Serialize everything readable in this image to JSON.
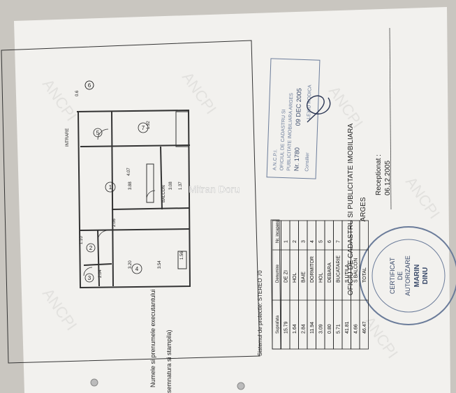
{
  "watermark": "Mitran Doru",
  "projection_label": "Sistemul de proiectie: STEREO 70",
  "intrare_label": "INTRARE",
  "table": {
    "headers": [
      "Nr. incapere",
      "Denumire",
      "Suprafata"
    ],
    "rows": [
      [
        "1",
        "DE ZI",
        "15.79"
      ],
      [
        "2",
        "HOL",
        "1.64"
      ],
      [
        "3",
        "BAIE",
        "2.84"
      ],
      [
        "4",
        "DORMITOR",
        "11.94"
      ],
      [
        "5",
        "HOL",
        "3.09"
      ],
      [
        "6",
        "DEBARA",
        "0.80"
      ],
      [
        "7",
        "BUCATARIE",
        "5.71"
      ],
      [
        "",
        "S UTILA",
        "41.81"
      ],
      [
        "",
        "S BALCON",
        "4.66"
      ],
      [
        "",
        "TOTAL",
        "46.47"
      ]
    ]
  },
  "office": {
    "name": "OFICIU DE CADASTRU SI PUBLICITATE IMOBILIARA",
    "county": "ARGES",
    "receptionat_label": "Receptionat :",
    "receptionat_date": "06.12.2005"
  },
  "stamp_ocpi": {
    "lines": [
      "A.N.C.P.I.",
      "OFICIUL DE CADASTRU SI",
      "PUBLICITATE IMOBILIARA ARGES",
      "Nr. 1780",
      "09 DEC 2005",
      "Consilier",
      "LEXIU RODICA"
    ]
  },
  "stamp_author": {
    "lines": [
      "CERTIFICAT",
      "DE",
      "AUTORIZARE",
      "MARIN",
      "DINU"
    ]
  },
  "signature_labels": [
    "Numele si prenumele executantului",
    "semnatura si stampila)"
  ],
  "room_labels": [
    "1",
    "2",
    "3",
    "4",
    "5",
    "6",
    "7"
  ],
  "plan_dimensions": [
    "4.07",
    "3.88",
    "3.08",
    "1.92",
    "2.06",
    "3.20",
    "3.54",
    "2.04",
    "1.37",
    "1.56",
    "1.10",
    "0.6",
    "BALCON"
  ]
}
